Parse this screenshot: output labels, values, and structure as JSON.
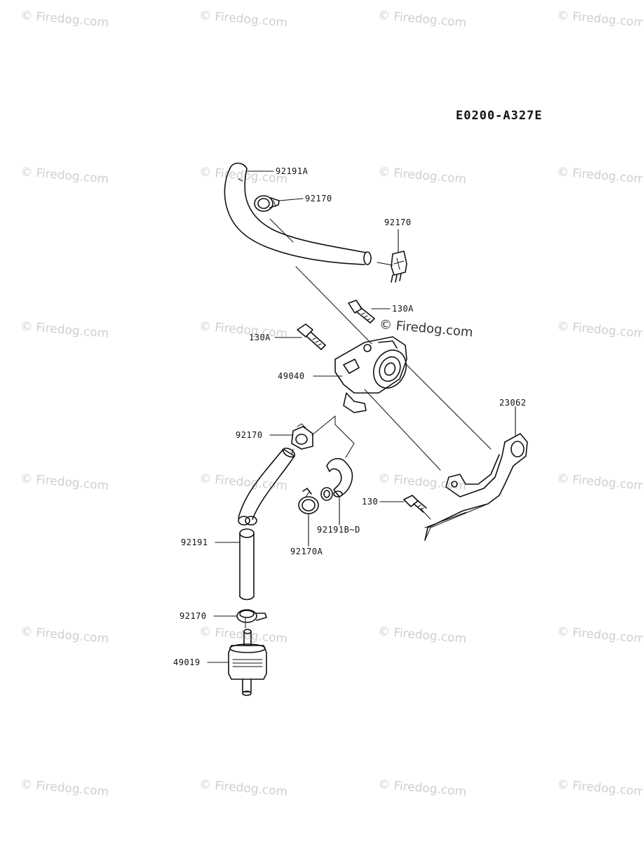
{
  "diagram": {
    "reference_code": "E0200-A327E",
    "watermark_text": "© Firedog.com",
    "callouts": {
      "hose_upper": "92191A",
      "clamp_upper": "92170",
      "clamp_upper_end": "92170",
      "bolt_right": "130A",
      "bolt_left": "130A",
      "fuel_pump": "49040",
      "bracket": "23062",
      "clamp_mid": "92170",
      "bolt_small": "130",
      "hose_small": "92191B~D",
      "clamp_a": "92170A",
      "hose_lower": "92191",
      "clamp_lower": "92170",
      "fuel_filter": "49019"
    }
  }
}
